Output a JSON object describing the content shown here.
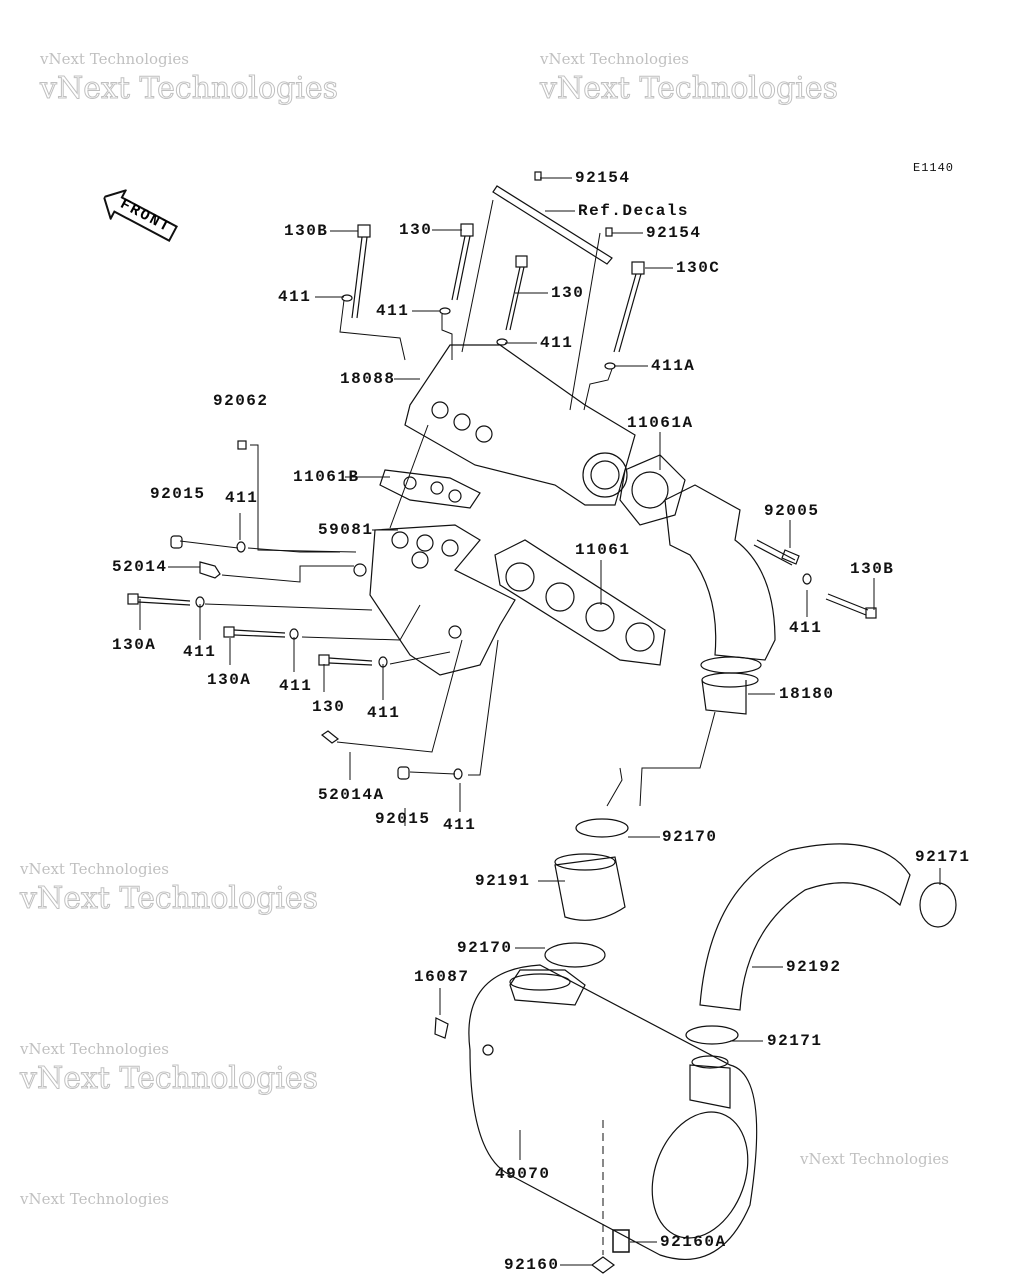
{
  "diagram_code": "E1140",
  "front_label": "FRONT",
  "watermark": "vNext Technologies",
  "labels": [
    {
      "id": "l0",
      "text": "92154"
    },
    {
      "id": "l1",
      "text": "Ref.Decals"
    },
    {
      "id": "l2",
      "text": "92154"
    },
    {
      "id": "l3",
      "text": "130B"
    },
    {
      "id": "l4",
      "text": "130"
    },
    {
      "id": "l5",
      "text": "130"
    },
    {
      "id": "l6",
      "text": "130C"
    },
    {
      "id": "l7",
      "text": "411"
    },
    {
      "id": "l8",
      "text": "411"
    },
    {
      "id": "l9",
      "text": "411"
    },
    {
      "id": "l10",
      "text": "411A"
    },
    {
      "id": "l11",
      "text": "18088"
    },
    {
      "id": "l12",
      "text": "92062"
    },
    {
      "id": "l13",
      "text": "11061A"
    },
    {
      "id": "l14",
      "text": "11061B"
    },
    {
      "id": "l15",
      "text": "92015"
    },
    {
      "id": "l16",
      "text": "411"
    },
    {
      "id": "l17",
      "text": "59081"
    },
    {
      "id": "l18",
      "text": "92005"
    },
    {
      "id": "l19",
      "text": "52014"
    },
    {
      "id": "l20",
      "text": "11061"
    },
    {
      "id": "l21",
      "text": "130B"
    },
    {
      "id": "l22",
      "text": "130A"
    },
    {
      "id": "l23",
      "text": "411"
    },
    {
      "id": "l24",
      "text": "130A"
    },
    {
      "id": "l25",
      "text": "411"
    },
    {
      "id": "l26",
      "text": "130"
    },
    {
      "id": "l27",
      "text": "411"
    },
    {
      "id": "l28",
      "text": "411"
    },
    {
      "id": "l29",
      "text": "18180"
    },
    {
      "id": "l30",
      "text": "52014A"
    },
    {
      "id": "l31",
      "text": "92015"
    },
    {
      "id": "l32",
      "text": "411"
    },
    {
      "id": "l33",
      "text": "92170"
    },
    {
      "id": "l34",
      "text": "92171"
    },
    {
      "id": "l35",
      "text": "92191"
    },
    {
      "id": "l36",
      "text": "92170"
    },
    {
      "id": "l37",
      "text": "92192"
    },
    {
      "id": "l38",
      "text": "16087"
    },
    {
      "id": "l39",
      "text": "92171"
    },
    {
      "id": "l40",
      "text": "49070"
    },
    {
      "id": "l41",
      "text": "92160A"
    },
    {
      "id": "l42",
      "text": "92160"
    }
  ]
}
